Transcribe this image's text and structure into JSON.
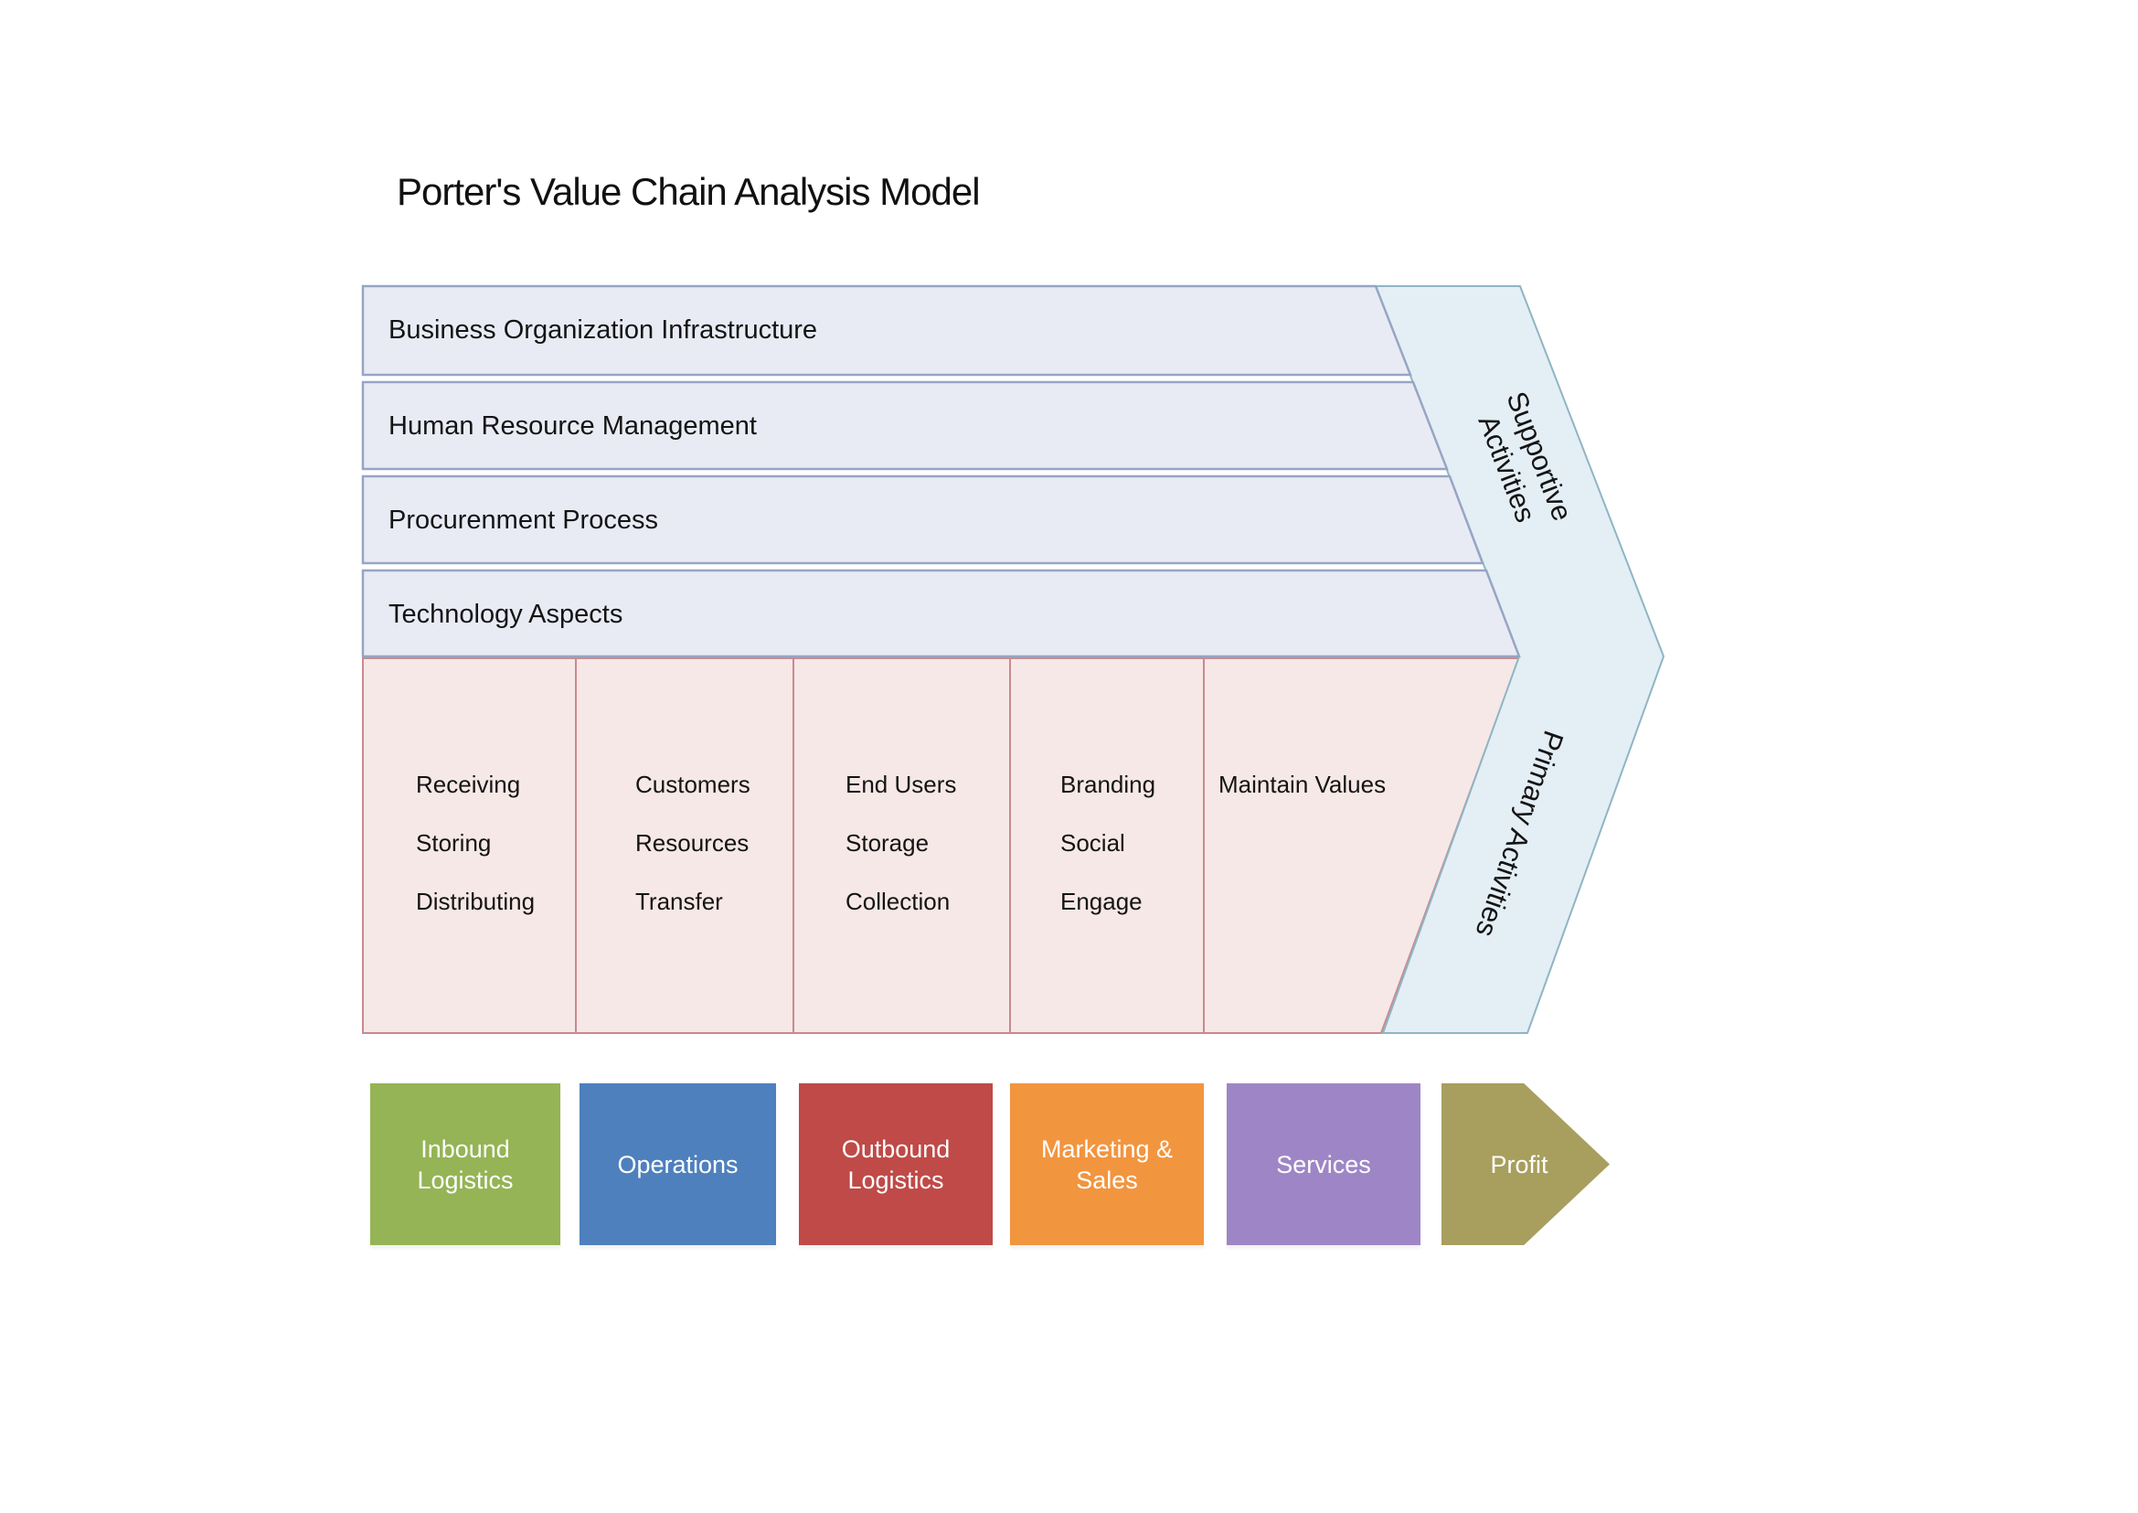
{
  "title": "Porter's Value Chain Analysis Model",
  "supportive": {
    "label_line1": "Supportive",
    "label_line2": "Activities",
    "rows": [
      "Business Organization Infrastructure",
      "Human Resource Management",
      "Procurenment Process",
      "Technology Aspects"
    ]
  },
  "primary": {
    "label": "Primary Activities",
    "columns": [
      {
        "items": [
          "Receiving",
          "Storing",
          "Distributing"
        ]
      },
      {
        "items": [
          "Customers",
          "Resources",
          "Transfer"
        ]
      },
      {
        "items": [
          "End Users",
          "Storage",
          "Collection"
        ]
      },
      {
        "items": [
          "Branding",
          "Social",
          "Engage"
        ]
      },
      {
        "items": [
          "Maintain Values"
        ]
      }
    ]
  },
  "chain": [
    {
      "label": "Inbound Logistics",
      "color": "#95b455"
    },
    {
      "label": "Operations",
      "color": "#4e80bd"
    },
    {
      "label": "Outbound Logistics",
      "color": "#bf4a48"
    },
    {
      "label": "Marketing & Sales",
      "color": "#f2953f"
    },
    {
      "label": "Services",
      "color": "#9e86c6"
    },
    {
      "label": "Profit",
      "color": "#a89e5e"
    }
  ],
  "colors": {
    "row_fill": "#e9ebf4",
    "row_border": "#97a5c4",
    "pink_fill": "#f6e8e6",
    "pink_border": "#c9898f",
    "band_fill": "#e4eef5",
    "band_border": "#8fb5c4",
    "text": "#141414",
    "box_text": "#ffffff"
  }
}
